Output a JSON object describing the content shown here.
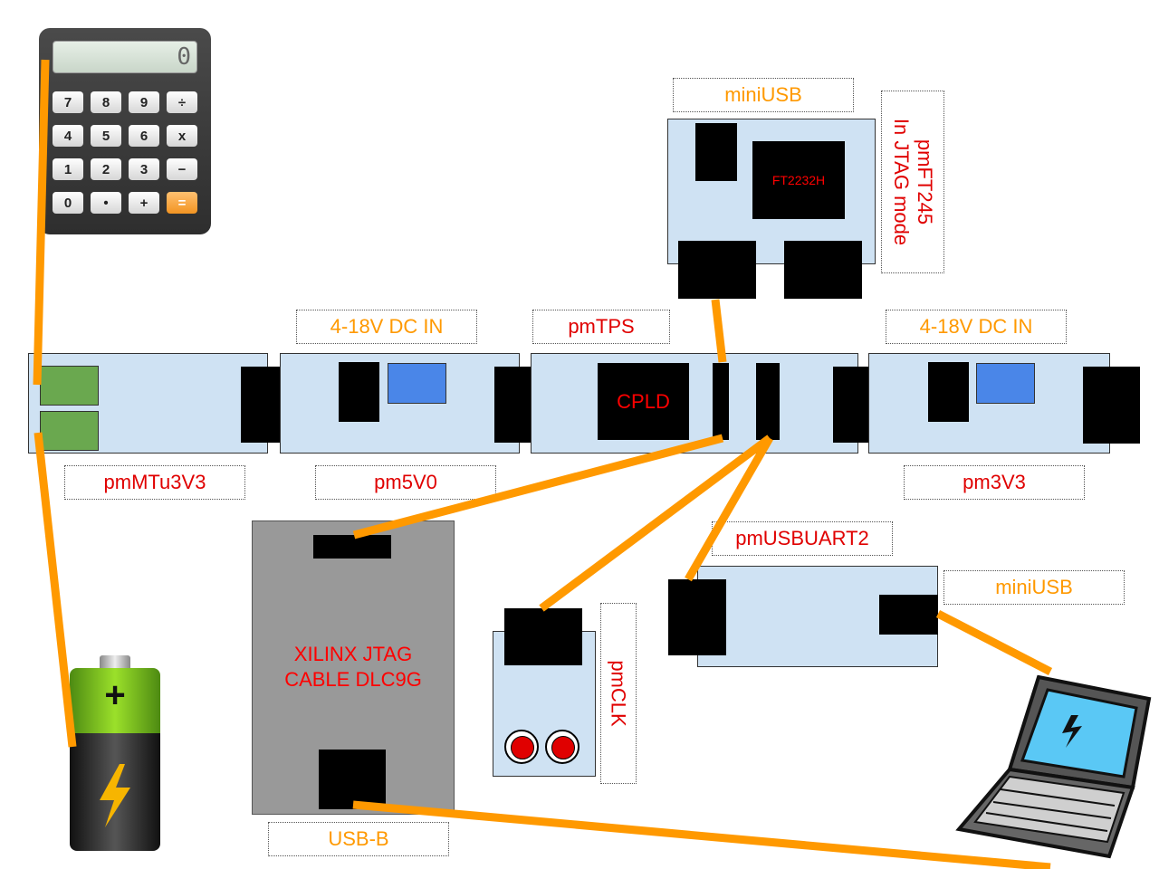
{
  "colors": {
    "board": "#cfe2f3",
    "wire": "#ff9900",
    "label_orange": "#ff9900",
    "label_red": "#e00000",
    "connector_green": "#6aa84f",
    "chip_blue": "#4a86e8",
    "jtag_gray": "#999999"
  },
  "labels": {
    "pmft245_minusb": "miniUSB",
    "pmft245_name_line1": "pmFT245",
    "pmft245_name_line2": "In JTAG mode",
    "ft_chip": "FT2232H",
    "dc_in_left": "4-18V DC IN",
    "pmtps": "pmTPS",
    "dc_in_right": "4-18V DC IN",
    "cpld": "CPLD",
    "pmmtu3v3": "pmMTu3V3",
    "pm5v0": "pm5V0",
    "pm3v3": "pm3V3",
    "pmusbuart2": "pmUSBUART2",
    "uart_miniusb": "miniUSB",
    "jtag_line1": "XILINX JTAG",
    "jtag_line2": "CABLE DLC9G",
    "pmclk": "pmCLK",
    "usb_b": "USB-B"
  },
  "calculator": {
    "display": "0",
    "keys": [
      "7",
      "8",
      "9",
      "÷",
      "4",
      "5",
      "6",
      "x",
      "1",
      "2",
      "3",
      "−",
      "0",
      "•",
      "+",
      "="
    ]
  },
  "battery": {
    "plus": "+"
  },
  "icons": [
    "calculator-icon",
    "battery-icon",
    "laptop-icon"
  ]
}
